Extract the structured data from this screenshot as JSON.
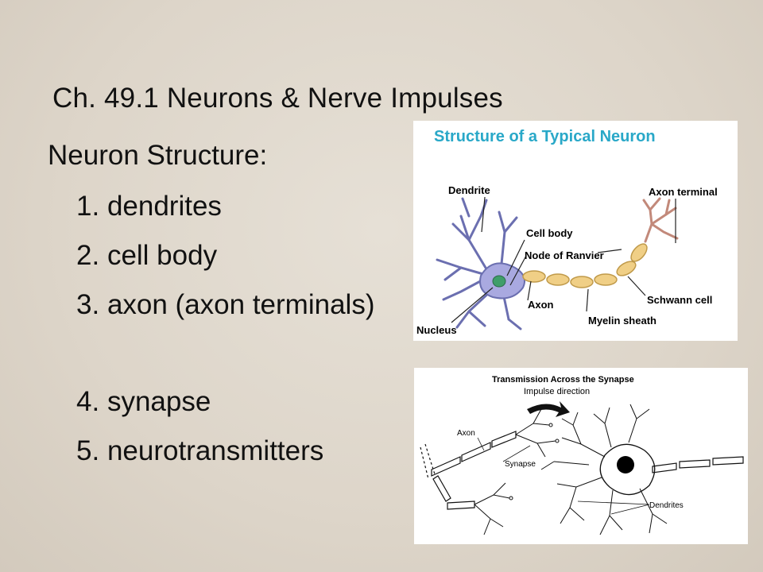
{
  "slide": {
    "title": "Ch. 49.1 Neurons & Nerve Impulses",
    "heading": "Neuron Structure:",
    "items": [
      {
        "num": "1.",
        "text": "dendrites"
      },
      {
        "num": "2.",
        "text": "cell body"
      },
      {
        "num": "3.",
        "text": "axon (axon terminals)"
      },
      {
        "num": "4.",
        "text": "synapse"
      },
      {
        "num": "5.",
        "text": "neurotransmitters"
      }
    ]
  },
  "figure1": {
    "title": "Structure of a Typical Neuron",
    "title_color": "#29a8c8",
    "labels": {
      "dendrite": "Dendrite",
      "cell_body": "Cell body",
      "node": "Node of Ranvier",
      "axon": "Axon",
      "nucleus": "Nucleus",
      "axon_terminal": "Axon terminal",
      "schwann": "Schwann cell",
      "myelin": "Myelin sheath"
    }
  },
  "figure2": {
    "title": "Transmission Across the Synapse",
    "labels": {
      "impulse": "Impulse direction",
      "axon": "Axon",
      "synapse": "Synapse",
      "dendrites": "Dendrites"
    }
  }
}
